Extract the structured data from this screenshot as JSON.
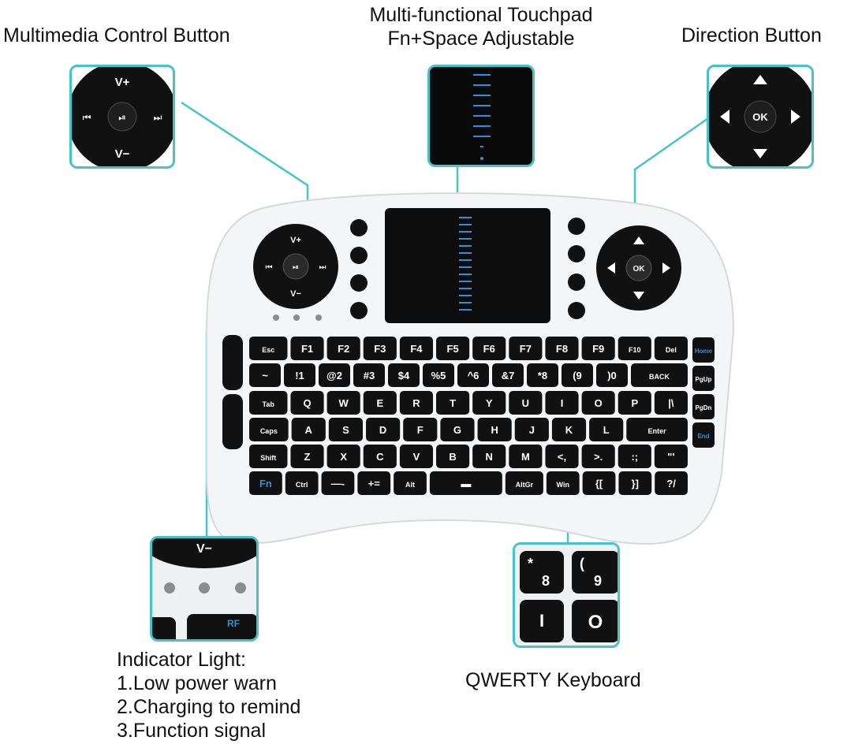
{
  "labels": {
    "multimedia": "Multimedia Control Button",
    "touchpad_line1": "Multi-functional Touchpad",
    "touchpad_line2": "Fn+Space Adjustable",
    "direction": "Direction Button",
    "indicator_title": "Indicator Light:",
    "indicator_1": "1.Low power warn",
    "indicator_2": "2.Charging to remind",
    "indicator_3": "3.Function signal",
    "qwerty": "QWERTY Keyboard"
  },
  "multimedia_pad": {
    "up": "V+",
    "down": "V−",
    "left": "⏮",
    "center": "⏯",
    "right": "⏭"
  },
  "direction_pad": {
    "center": "OK"
  },
  "detail_keys": {
    "k1_sym": "*",
    "k1_main": "8",
    "k2_sym": "(",
    "k2_main": "9",
    "k3": "I",
    "k4": "O",
    "rf": "RF",
    "vminus": "V−"
  },
  "keyboard": {
    "rows": [
      [
        "Esc",
        "F1",
        "F2",
        "F3",
        "F4",
        "F5",
        "F6",
        "F7",
        "F8",
        "F9",
        "F10",
        "Del"
      ],
      [
        "~",
        "!1",
        "@2",
        "#3",
        "$4",
        "%5",
        "^6",
        "&7",
        "*8",
        "(9",
        ")0",
        "BACK"
      ],
      [
        "Tab",
        "Q",
        "W",
        "E",
        "R",
        "T",
        "Y",
        "U",
        "I",
        "O",
        "P",
        "|\\"
      ],
      [
        "Caps",
        "A",
        "S",
        "D",
        "F",
        "G",
        "H",
        "J",
        "K",
        "L",
        "Enter"
      ],
      [
        "Shift",
        "Z",
        "X",
        "C",
        "V",
        "B",
        "N",
        "M",
        "<,",
        ">.",
        ":;",
        "\"'"
      ],
      [
        "Fn",
        "Ctrl",
        "—-",
        "+=",
        "Alt",
        "▬",
        "AltGr",
        "Win",
        "{[",
        "}]",
        "?/"
      ]
    ],
    "side_right": [
      "Home",
      "PgUp",
      "PgDn",
      "End"
    ],
    "accent": "#2f8fd8",
    "frame_color": "#44c3c8"
  }
}
